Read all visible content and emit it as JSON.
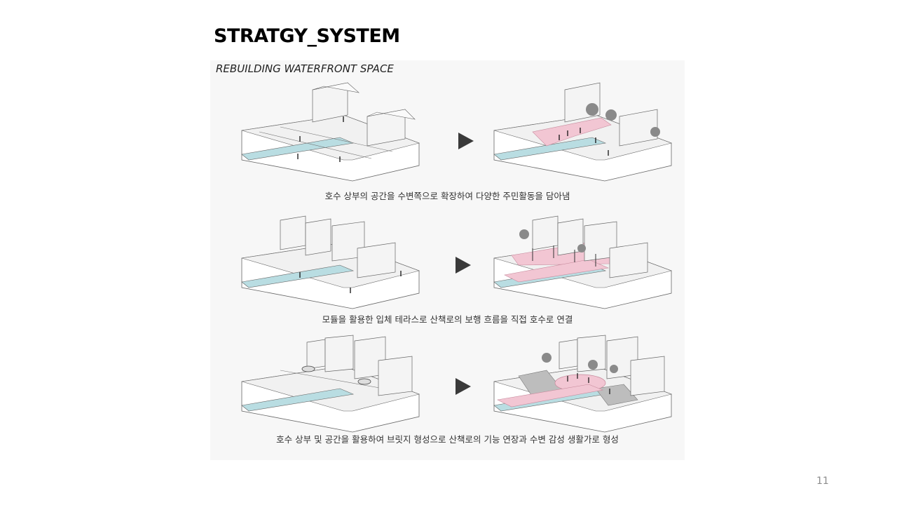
{
  "slide": {
    "title": "STRATGY_SYSTEM",
    "page_number": "11"
  },
  "figure": {
    "subtitle": "REBUILDING WATERFRONT SPACE",
    "rows": [
      {
        "caption": "호수 상부의 공간을 수변쪽으로 확장하여 다양한 주민활동을 담아냄"
      },
      {
        "caption": "모듈을 활용한 입체 테라스로 산책로의 보행 흐름을 직접 호수로 연결"
      },
      {
        "caption": "호수 상부 및 공간을 활용하여 브릿지 형성으로 산책로의 기능 연장과 수변 감성 생활가로 형성"
      }
    ]
  },
  "colors": {
    "water": "#b9dde2",
    "intervention": "#f2c6d3",
    "arrow": "#3a3a3a",
    "tree": "#8a8a8a"
  },
  "icons": {
    "arrow": "play-arrow-icon"
  }
}
